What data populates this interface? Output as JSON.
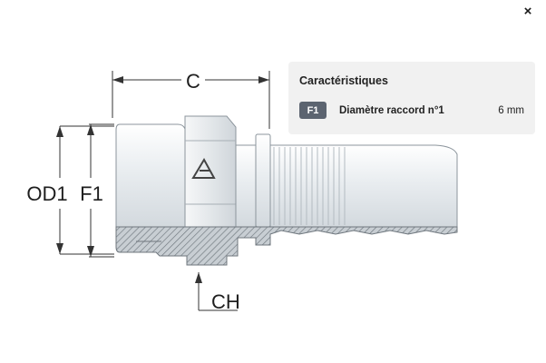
{
  "dialog": {
    "close_symbol": "×"
  },
  "drawing": {
    "dimensions": {
      "c": "C",
      "od1": "OD1",
      "f1": "F1",
      "ch": "CH"
    }
  },
  "characteristics": {
    "title": "Caractéristiques",
    "rows": [
      {
        "badge": "F1",
        "label": "Diamètre raccord n°1",
        "value": "6 mm"
      }
    ]
  },
  "colors": {
    "panel_bg": "#f1f1f1",
    "badge_bg": "#5c6470",
    "part_fill": "#e7ebee",
    "part_stroke": "#8c959c"
  }
}
